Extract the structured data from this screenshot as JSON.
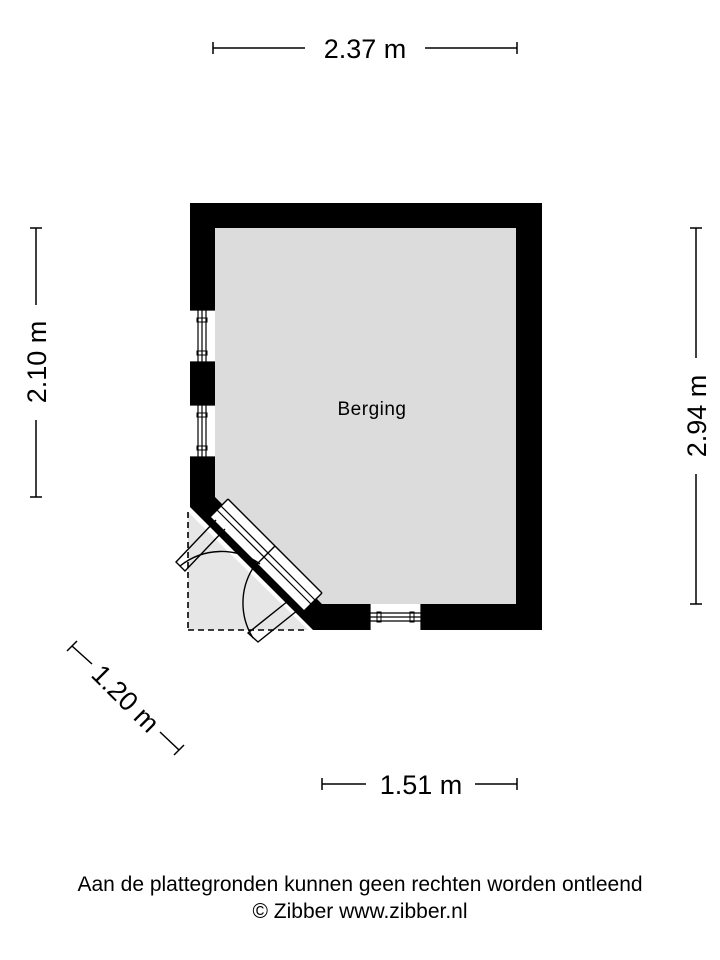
{
  "colors": {
    "wall": "#000000",
    "floor": "#dcdcdc",
    "outside_floor": "#e6e6e6",
    "window": "#ffffff",
    "background": "#ffffff"
  },
  "dimensions": {
    "top_width": "2.37 m",
    "left_height": "2.10 m",
    "right_height": "2.94 m",
    "diagonal": "1.20 m",
    "bottom_width": "1.51 m"
  },
  "rooms": [
    {
      "name": "Berging"
    }
  ],
  "footer": {
    "disclaimer": "Aan de plattegronden kunnen geen rechten worden ontleend",
    "copyright": "© Zibber www.zibber.nl"
  }
}
